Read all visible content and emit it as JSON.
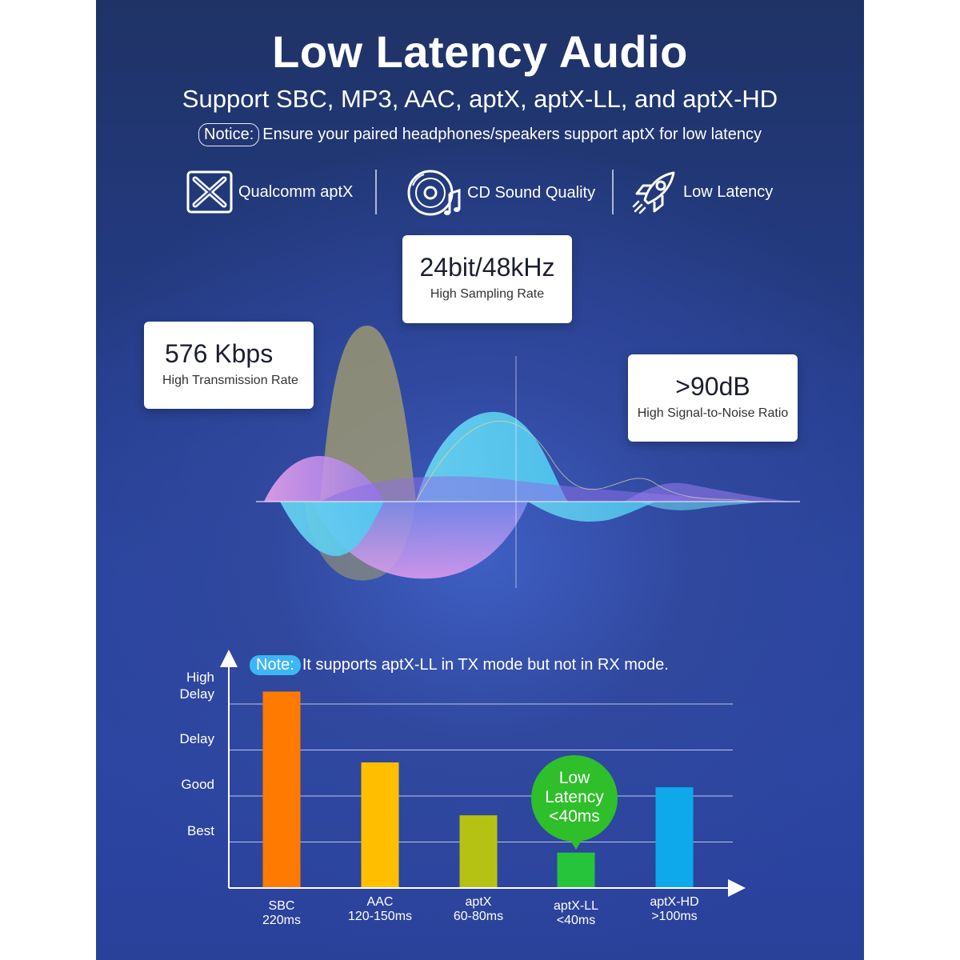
{
  "header": {
    "title": "Low Latency Audio",
    "subtitle": "Support SBC, MP3, AAC, aptX, aptX-LL, and aptX-HD",
    "notice_tag": "Notice:",
    "notice_text": "Ensure your paired headphones/speakers support aptX for low latency"
  },
  "features": [
    {
      "icon": "aptx-logo-icon",
      "label": "Qualcomm aptX"
    },
    {
      "icon": "cd-music-icon",
      "label": "CD Sound Quality"
    },
    {
      "icon": "rocket-icon",
      "label": "Low Latency"
    }
  ],
  "specs": {
    "sampling": {
      "value": "24bit/48kHz",
      "label": "High Sampling Rate"
    },
    "transmission": {
      "value": "576 Kbps",
      "label": "High Transmission Rate"
    },
    "snr": {
      "value": ">90dB",
      "label": "High Signal-to-Noise Ratio"
    }
  },
  "note": {
    "tag": "Note:",
    "text": "It supports aptX-LL in TX mode but not in RX mode."
  },
  "chart_data": {
    "type": "bar",
    "title": "",
    "xlabel": "",
    "ylabel": "",
    "y_tick_labels": [
      "Best",
      "Good",
      "Delay",
      "High Delay"
    ],
    "y_tick_values": [
      1,
      2,
      3,
      4
    ],
    "ylim": [
      0,
      4.3
    ],
    "grid": true,
    "categories": [
      "SBC\n220ms",
      "AAC\n120-150ms",
      "aptX\n60-80ms",
      "aptX-LL\n<40ms",
      "aptX-HD\n>100ms"
    ],
    "values": [
      4.27,
      2.73,
      1.58,
      0.77,
      2.19
    ],
    "colors": [
      "#ff7a00",
      "#ffbf00",
      "#b5c214",
      "#26c43a",
      "#0ea9ea"
    ],
    "annotation": "Low\nLatency\n<40ms"
  },
  "colors": {
    "background": "#2b45a2",
    "bubble": "#2fbf2a",
    "note_tag": "#3db6f4"
  }
}
